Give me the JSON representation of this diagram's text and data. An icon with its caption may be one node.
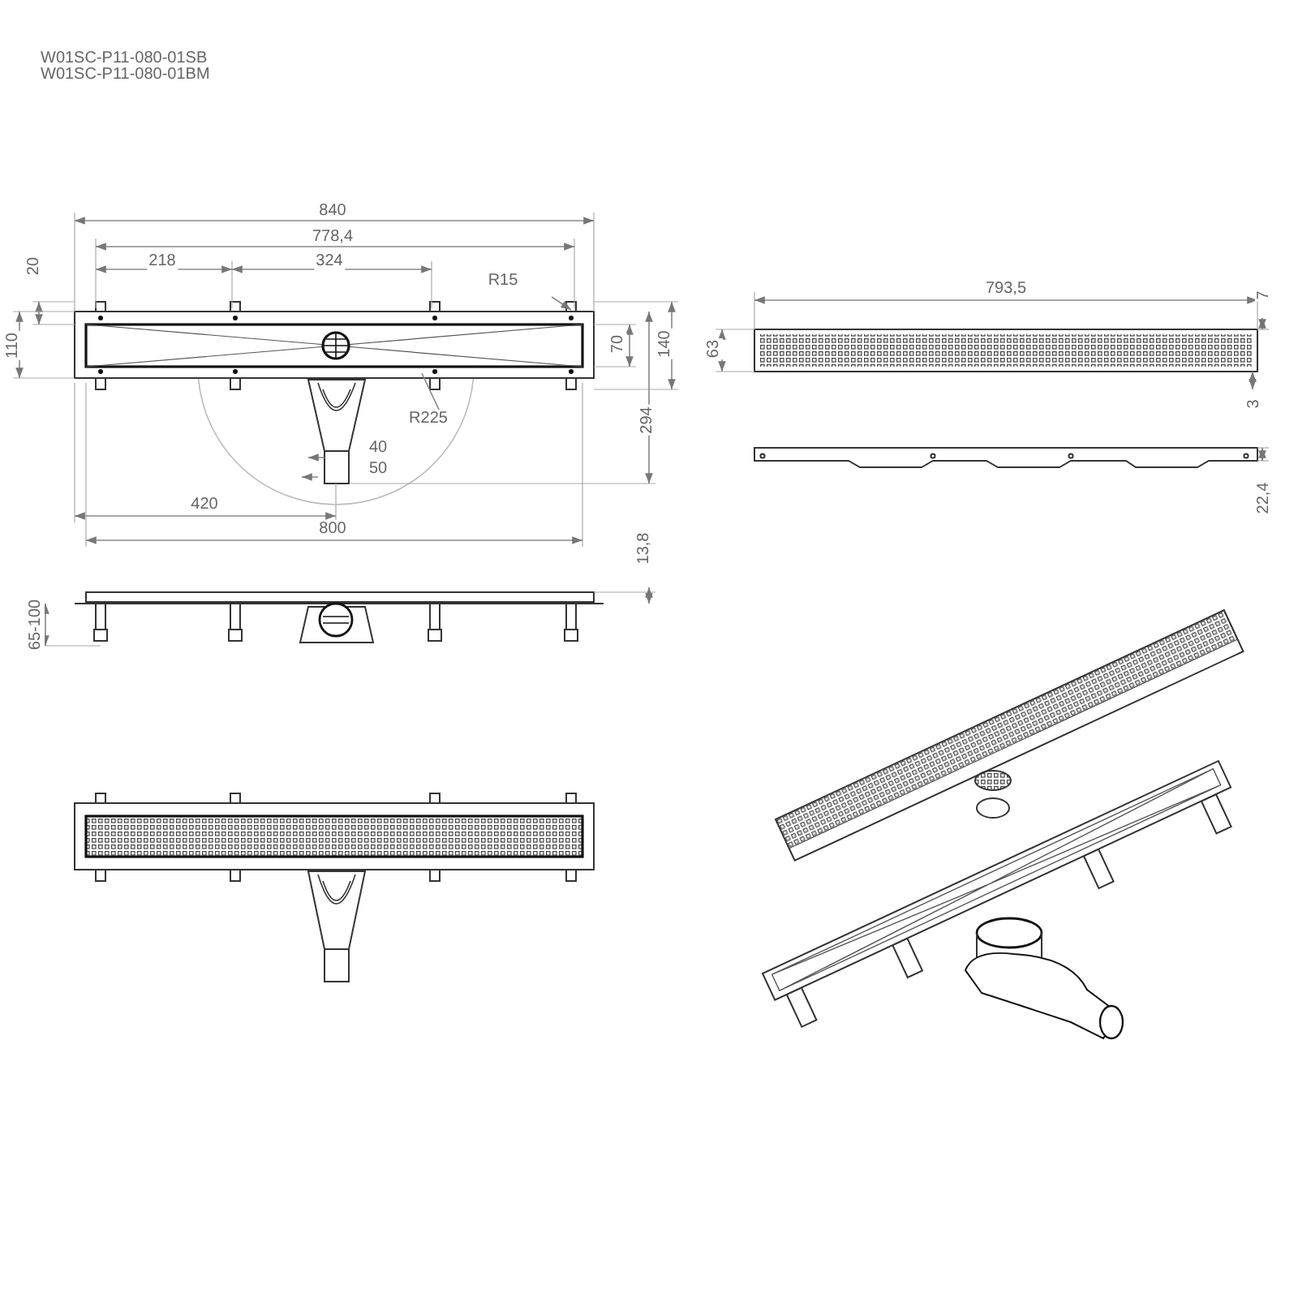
{
  "diagram": {
    "labels": [
      "W01SC-P11-080-01SB",
      "W01SC-P11-080-01BM",
      "840",
      "778,4",
      "218",
      "324",
      "R15",
      "793,5",
      "20",
      "7",
      "110",
      "70",
      "140",
      "63",
      "3",
      "R225",
      "294",
      "40",
      "50",
      "22,4",
      "420",
      "800",
      "13,8",
      "65-100"
    ]
  }
}
